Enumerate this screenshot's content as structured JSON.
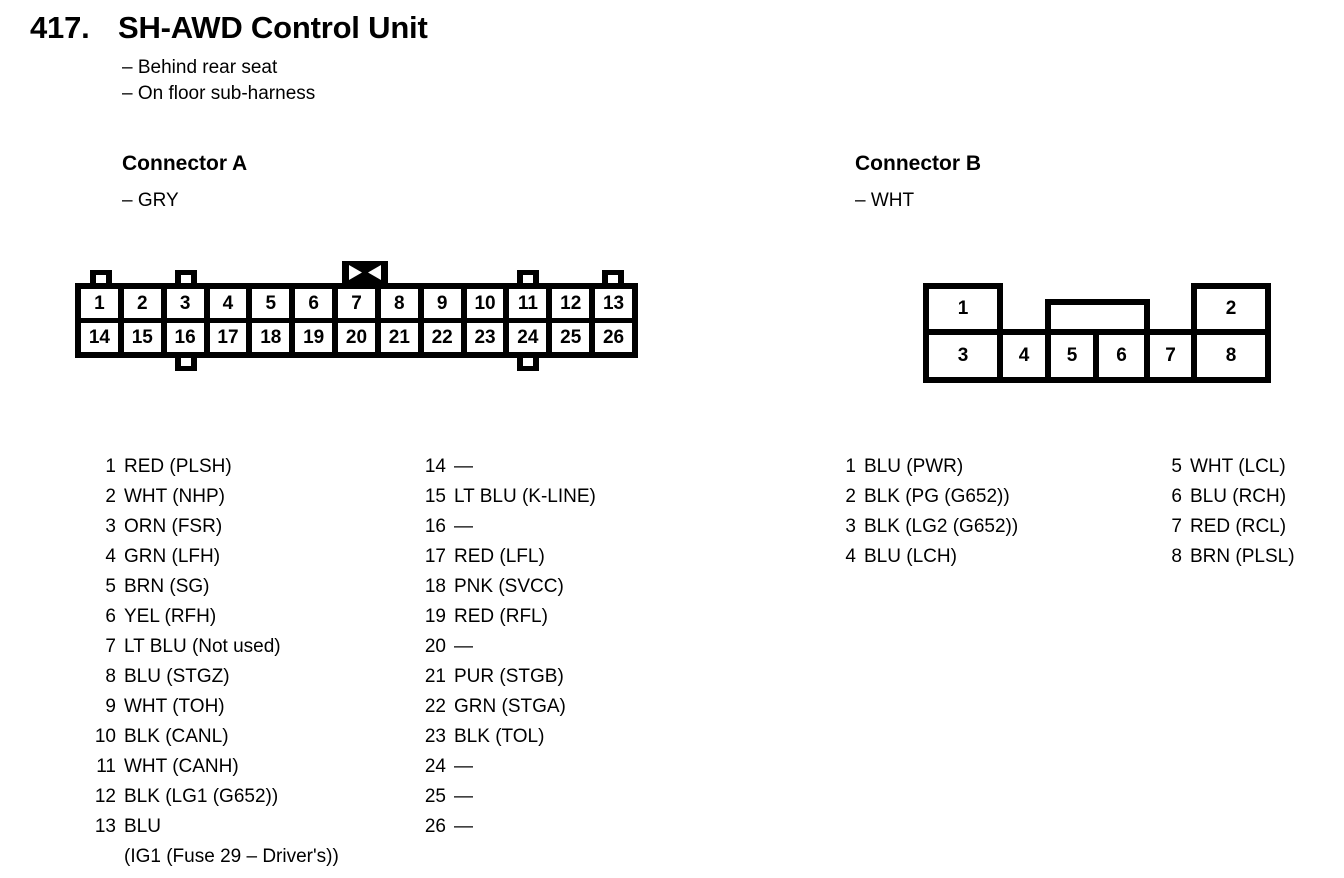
{
  "header": {
    "number": "417.",
    "title": "SH-AWD Control Unit",
    "notes": [
      "– Behind rear seat",
      "– On floor sub-harness"
    ]
  },
  "connector_a": {
    "heading": "Connector A",
    "color": "– GRY",
    "diagram": {
      "top_row": [
        "1",
        "2",
        "3",
        "4",
        "5",
        "6",
        "7",
        "8",
        "9",
        "10",
        "11",
        "12",
        "13"
      ],
      "bottom_row": [
        "14",
        "15",
        "16",
        "17",
        "18",
        "19",
        "20",
        "21",
        "22",
        "23",
        "24",
        "25",
        "26"
      ],
      "tabs_top": [
        "1",
        "3",
        "11",
        "13"
      ],
      "tabs_bottom": [
        "16",
        "24"
      ],
      "keyed_tab_over_pin": "7"
    },
    "pins_left": [
      {
        "num": "1",
        "desc": "RED (PLSH)"
      },
      {
        "num": "2",
        "desc": "WHT (NHP)"
      },
      {
        "num": "3",
        "desc": "ORN (FSR)"
      },
      {
        "num": "4",
        "desc": "GRN (LFH)"
      },
      {
        "num": "5",
        "desc": "BRN (SG)"
      },
      {
        "num": "6",
        "desc": "YEL (RFH)"
      },
      {
        "num": "7",
        "desc": "LT BLU (Not used)"
      },
      {
        "num": "8",
        "desc": "BLU (STGZ)"
      },
      {
        "num": "9",
        "desc": "WHT (TOH)"
      },
      {
        "num": "10",
        "desc": "BLK (CANL)"
      },
      {
        "num": "11",
        "desc": "WHT (CANH)"
      },
      {
        "num": "12",
        "desc": "BLK (LG1 (G652))"
      },
      {
        "num": "13",
        "desc": "BLU"
      },
      {
        "num": "",
        "desc": "(IG1 (Fuse 29 – Driver's))"
      }
    ],
    "pins_right": [
      {
        "num": "14",
        "desc": "—"
      },
      {
        "num": "15",
        "desc": "LT BLU (K-LINE)"
      },
      {
        "num": "16",
        "desc": "—"
      },
      {
        "num": "17",
        "desc": "RED (LFL)"
      },
      {
        "num": "18",
        "desc": "PNK (SVCC)"
      },
      {
        "num": "19",
        "desc": "RED (RFL)"
      },
      {
        "num": "20",
        "desc": "—"
      },
      {
        "num": "21",
        "desc": "PUR (STGB)"
      },
      {
        "num": "22",
        "desc": "GRN (STGA)"
      },
      {
        "num": "23",
        "desc": "BLK (TOL)"
      },
      {
        "num": "24",
        "desc": "—"
      },
      {
        "num": "25",
        "desc": "—"
      },
      {
        "num": "26",
        "desc": "—"
      }
    ]
  },
  "connector_b": {
    "heading": "Connector B",
    "color": "– WHT",
    "diagram": {
      "top_row": [
        "1",
        "",
        "2"
      ],
      "bottom_row": [
        "3",
        "4",
        "5",
        "6",
        "7",
        "8"
      ]
    },
    "pins_left": [
      {
        "num": "1",
        "desc": "BLU (PWR)"
      },
      {
        "num": "2",
        "desc": "BLK (PG (G652))"
      },
      {
        "num": "3",
        "desc": "BLK (LG2 (G652))"
      },
      {
        "num": "4",
        "desc": "BLU (LCH)"
      }
    ],
    "pins_right": [
      {
        "num": "5",
        "desc": "WHT (LCL)"
      },
      {
        "num": "6",
        "desc": "BLU (RCH)"
      },
      {
        "num": "7",
        "desc": "RED (RCL)"
      },
      {
        "num": "8",
        "desc": "BRN (PLSL)"
      }
    ]
  }
}
